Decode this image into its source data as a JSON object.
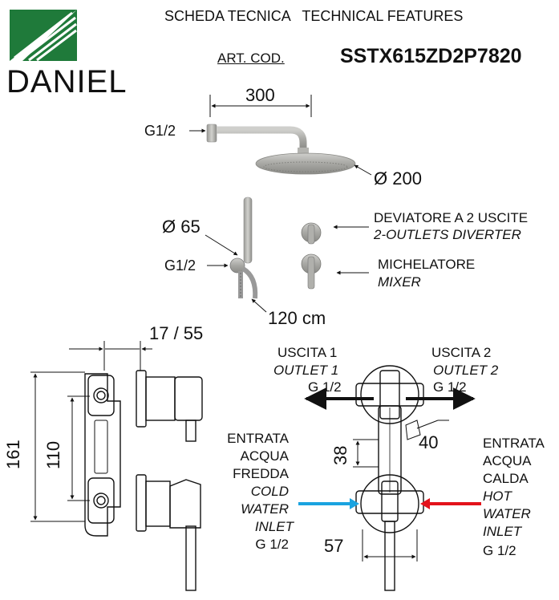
{
  "brand": {
    "name": "DANIEL",
    "logo_color": "#1f7a3a"
  },
  "header": {
    "title": "SCHEDA TECNICA   TECHNICAL FEATURES",
    "art_label": "ART. COD.",
    "art_code": "SSTX615ZD2P7820"
  },
  "dims": {
    "arm_length": "300",
    "arm_thread": "G1/2",
    "head_diameter": "Ø 200",
    "handshower_diameter": "Ø 65",
    "handshower_thread": "G1/2",
    "hose_length": "120 cm",
    "depth": "17 / 55",
    "height_total": "161",
    "height_inner": "110",
    "spacing": "38",
    "offset": "40",
    "width": "57"
  },
  "components": {
    "diverter_it": "DEVIATORE A 2 USCITE",
    "diverter_en": "2-OUTLETS DIVERTER",
    "mixer_it": "MICHELATORE",
    "mixer_en": "MIXER"
  },
  "outlets": {
    "outlet1_it": "USCITA 1",
    "outlet1_en": "OUTLET 1",
    "outlet1_thread": "G 1/2",
    "outlet2_it": "USCITA 2",
    "outlet2_en": "OUTLET 2",
    "outlet2_thread": "G 1/2"
  },
  "inlets": {
    "cold": [
      "ENTRATA",
      "ACQUA",
      "FREDDA",
      "COLD",
      "WATER",
      "INLET",
      "G 1/2"
    ],
    "hot": [
      "ENTRATA",
      "ACQUA",
      "CALDA",
      "HOT",
      "WATER",
      "INLET",
      "G 1/2"
    ],
    "cold_color": "#1aa3e0",
    "hot_color": "#e3121b"
  }
}
